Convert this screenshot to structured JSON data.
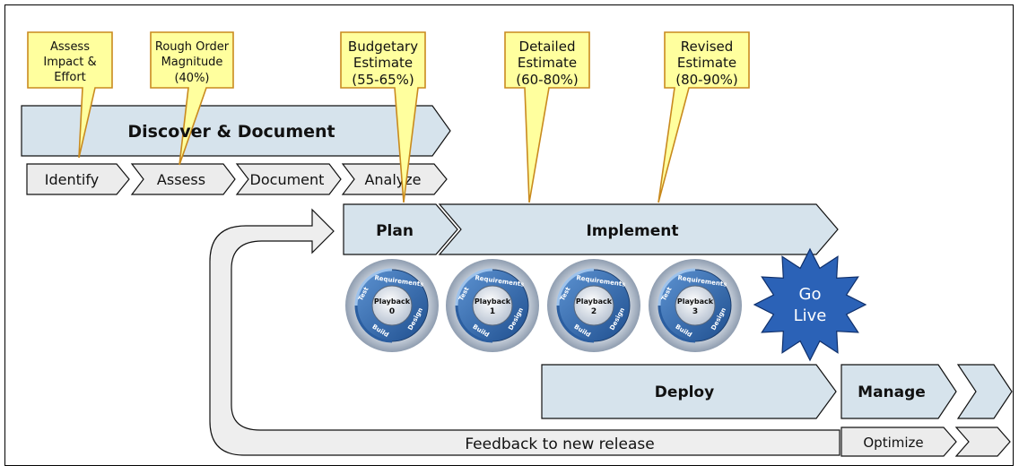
{
  "phases": {
    "discover": "Discover & Document",
    "plan": "Plan",
    "implement": "Implement",
    "deploy": "Deploy",
    "manage": "Manage"
  },
  "steps": [
    "Identify",
    "Assess",
    "Document",
    "Analyze"
  ],
  "callouts": [
    {
      "lines": [
        "Assess",
        "Impact &",
        "Effort"
      ]
    },
    {
      "lines": [
        "Rough Order",
        "Magnitude",
        "(40%)"
      ]
    },
    {
      "lines": [
        "Budgetary",
        "Estimate",
        "(55-65%)"
      ]
    },
    {
      "lines": [
        "Detailed",
        "Estimate",
        "(60-80%)"
      ]
    },
    {
      "lines": [
        "Revised",
        "Estimate",
        "(80-90%)"
      ]
    }
  ],
  "playbacks": [
    {
      "title": "Playback",
      "number": "0"
    },
    {
      "title": "Playback",
      "number": "1"
    },
    {
      "title": "Playback",
      "number": "2"
    },
    {
      "title": "Playback",
      "number": "3"
    }
  ],
  "cycle_labels": {
    "top": "Requirements",
    "left": "Test",
    "right": "Design",
    "bottom": "Build"
  },
  "go_live": [
    "Go",
    "Live"
  ],
  "feedback_label": "Feedback to new release",
  "optimize_label": "Optimize",
  "colors": {
    "phase_fill": "#d6e3ec",
    "step_fill": "#ececec",
    "callout_fill": "#ffff9e",
    "callout_stroke": "#c98a1e",
    "star_fill": "#2b62b7",
    "gear_blue": "#3a76b8"
  }
}
